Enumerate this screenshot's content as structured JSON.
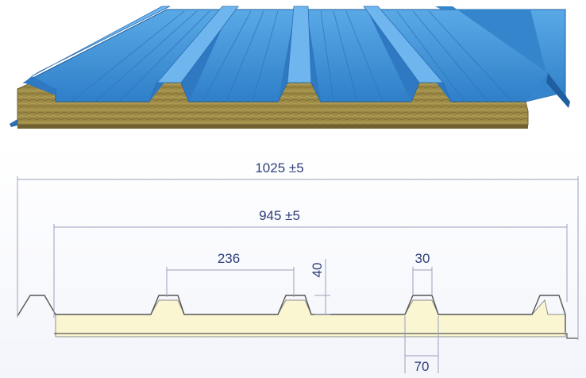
{
  "dimensions": {
    "total_width": "1025 ±5",
    "cover_width": "945 ±5",
    "rib_spacing": "236",
    "rib_height": "40",
    "rib_top_width": "30",
    "rib_bottom_width": "70"
  },
  "colors": {
    "steel_sheet": "#3f8fd6",
    "steel_shadow": "#1f5f9f",
    "insulation_core_3d": "#9f8c46",
    "foam_core_section": "#fbf6d2",
    "dimension_lines": "#9aa0bc",
    "dimension_text": "#2f3f7a"
  }
}
